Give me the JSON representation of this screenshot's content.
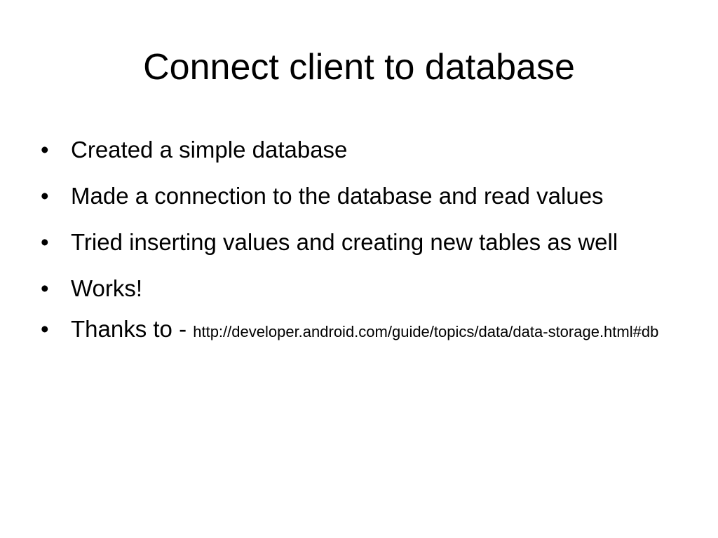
{
  "slide": {
    "title": "Connect client to database",
    "bullet_char": "•",
    "bullets": [
      "Created a simple database",
      "Made a connection to the database and read values",
      "Tried inserting values and creating new tables as well",
      "Works!"
    ],
    "thanks": {
      "label": "Thanks to - ",
      "link": "http://developer.android.com/guide/topics/data/data-storage.html#db"
    }
  }
}
